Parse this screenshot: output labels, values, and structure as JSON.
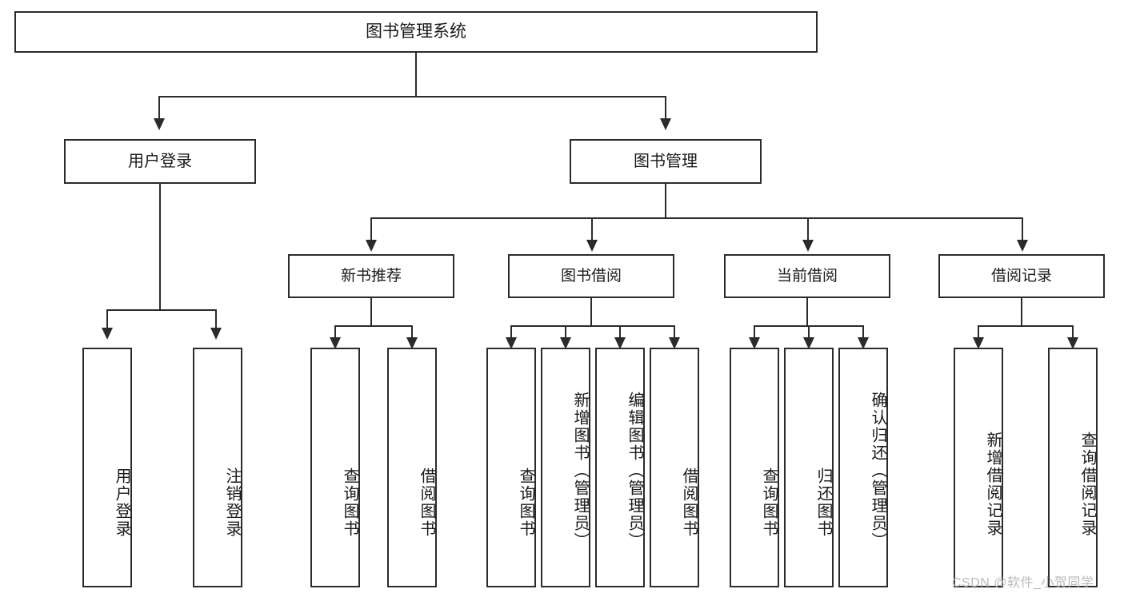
{
  "diagram": {
    "type": "tree-hierarchy",
    "title": "图书管理系统",
    "root": {
      "label": "图书管理系统"
    },
    "level1": [
      {
        "label": "用户登录"
      },
      {
        "label": "图书管理"
      }
    ],
    "level2": [
      {
        "label": "新书推荐"
      },
      {
        "label": "图书借阅"
      },
      {
        "label": "当前借阅"
      },
      {
        "label": "借阅记录"
      }
    ],
    "leaves": [
      {
        "label": "用户登录",
        "parent": "用户登录"
      },
      {
        "label": "注销登录",
        "parent": "用户登录"
      },
      {
        "label": "查询图书",
        "parent": "新书推荐"
      },
      {
        "label": "借阅图书",
        "parent": "新书推荐"
      },
      {
        "label": "查询图书",
        "parent": "图书借阅"
      },
      {
        "label": "新增图书（管理员）",
        "parent": "图书借阅"
      },
      {
        "label": "编辑图书（管理员）",
        "parent": "图书借阅"
      },
      {
        "label": "借阅图书",
        "parent": "图书借阅"
      },
      {
        "label": "查询图书",
        "parent": "当前借阅"
      },
      {
        "label": "归还图书",
        "parent": "当前借阅"
      },
      {
        "label": "确认归还（管理员）",
        "parent": "当前借阅"
      },
      {
        "label": "新增借阅记录",
        "parent": "借阅记录"
      },
      {
        "label": "查询借阅记录",
        "parent": "借阅记录"
      }
    ]
  },
  "watermark": {
    "text": "CSDN @软件_小贺同学"
  },
  "colors": {
    "stroke": "#2b2b2b",
    "background": "#ffffff",
    "text": "#1a1a1a",
    "watermark": "#b9b9b9"
  }
}
